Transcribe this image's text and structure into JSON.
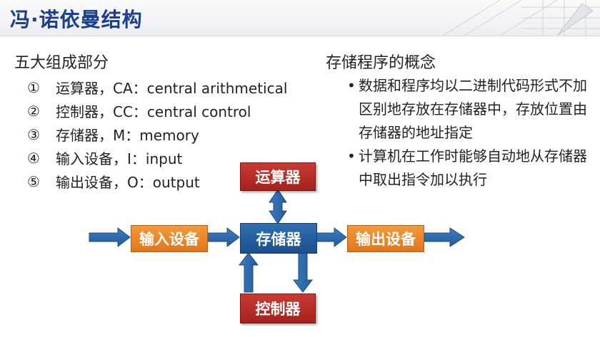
{
  "title": "冯·诺依曼结构",
  "left_heading": "五大组成部分",
  "components": [
    {
      "num": "①",
      "text": "运算器，CA：central arithmetical"
    },
    {
      "num": "②",
      "text": "控制器，CC：central control"
    },
    {
      "num": "③",
      "text": "存储器，M：memory"
    },
    {
      "num": "④",
      "text": "输入设备，I：input"
    },
    {
      "num": "⑤",
      "text": "输出设备，O：output"
    }
  ],
  "right_heading": "存储程序的概念",
  "bullets": [
    "数据和程序均以二进制代码形式不加区别地存放在存储器中，存放位置由存储器的地址指定",
    "计算机在工作时能够自动地从存储器中取出指令加以执行"
  ],
  "bullet_symbol": "•",
  "diagram": {
    "alu": "运算器",
    "memory": "存储器",
    "input": "输入设备",
    "output": "输出设备",
    "control": "控制器"
  },
  "colors": {
    "title": "#1b3f8f",
    "arrow": "#2e67a8",
    "orange": "#e88a2c",
    "blue": "#255e9f",
    "red": "#b82d27"
  }
}
